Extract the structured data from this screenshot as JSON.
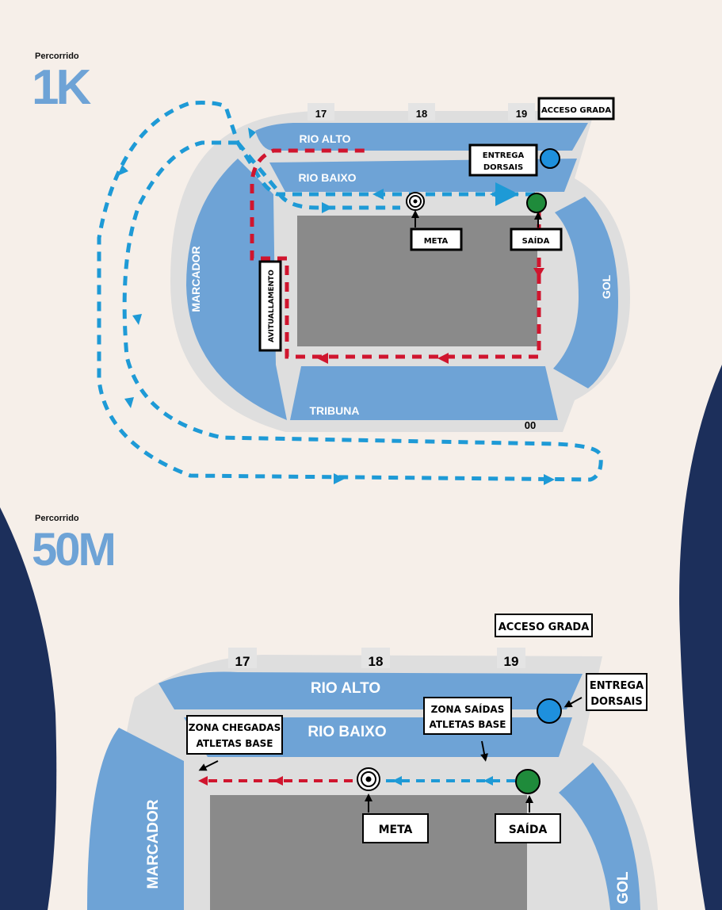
{
  "colors": {
    "background": "#f6efe9",
    "stand": "#6ea3d6",
    "concourse": "#dedede",
    "field": "#8a8a8a",
    "navy": "#1c2f5b",
    "route_blue": "#1e9ad6",
    "route_red": "#d0152e",
    "start": "#1f8b3b",
    "bib_point": "#1e90dd"
  },
  "route_1k": {
    "subtitle": "Percorrido",
    "title": "1K",
    "sections": {
      "s17": "17",
      "s18": "18",
      "s19": "19",
      "s00": "00"
    },
    "stands": {
      "rio_alto": "RIO ALTO",
      "rio_baixo": "RIO BAIXO",
      "marcador": "MARCADOR",
      "gol": "GOL",
      "tribuna": "TRIBUNA"
    },
    "labels": {
      "acceso": "ACCESO GRADA",
      "entrega_1": "ENTREGA",
      "entrega_2": "DORSAIS",
      "meta": "META",
      "saida": "SAÍDA",
      "avituallamento": "AVITUALLAMENTO"
    }
  },
  "route_50m": {
    "subtitle": "Percorrido",
    "title": "50M",
    "sections": {
      "s17": "17",
      "s18": "18",
      "s19": "19"
    },
    "stands": {
      "rio_alto": "RIO ALTO",
      "rio_baixo": "RIO BAIXO",
      "marcador": "MARCADOR",
      "gol": "GOL"
    },
    "labels": {
      "acceso": "ACCESO GRADA",
      "entrega_1": "ENTREGA",
      "entrega_2": "DORSAIS",
      "meta": "META",
      "saida": "SAÍDA",
      "chegadas_1": "ZONA CHEGADAS",
      "chegadas_2": "ATLETAS BASE",
      "saidas_1": "ZONA SAÍDAS",
      "saidas_2": "ATLETAS BASE"
    }
  }
}
